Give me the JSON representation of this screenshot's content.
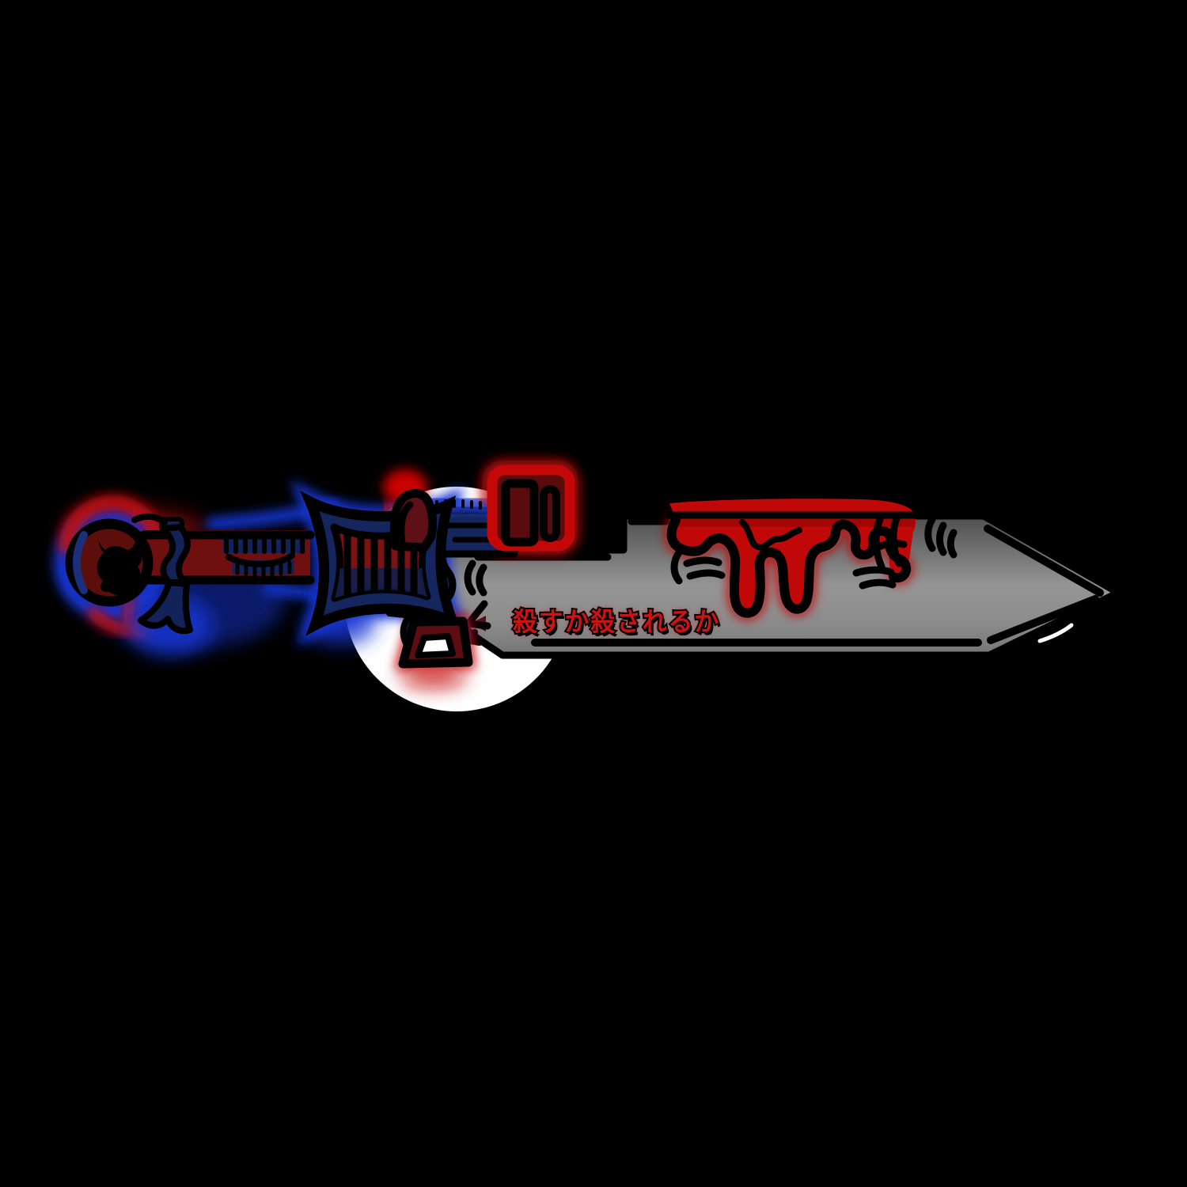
{
  "artwork": {
    "type": "sword-illustration",
    "inscription": "殺すか殺されるか",
    "colors": {
      "background": "#000000",
      "halo_white": "#ffffff",
      "blade_gray_top": "#4e4e4e",
      "blade_gray_mid": "#959595",
      "blade_gray_bottom": "#757575",
      "blood_red": "#c10808",
      "bright_red": "#c40808",
      "dark_red": "#5c0d12",
      "grip_red": "#6f0f10",
      "navy": "#15265e",
      "glow_blue": "#1634d0",
      "glow_red": "#cc0505",
      "inscription_red": "#cc1414",
      "outline_black": "#000000"
    },
    "elements": [
      "pommel-ring",
      "demon-head",
      "crescent-inlay",
      "grip-wrap",
      "ribbon-tail",
      "guard-ornament",
      "guard-bars",
      "guard-horn",
      "neck",
      "guard-block",
      "diamond-pendant",
      "blade",
      "blood-drip",
      "motion-lines",
      "inscription",
      "halo"
    ]
  }
}
